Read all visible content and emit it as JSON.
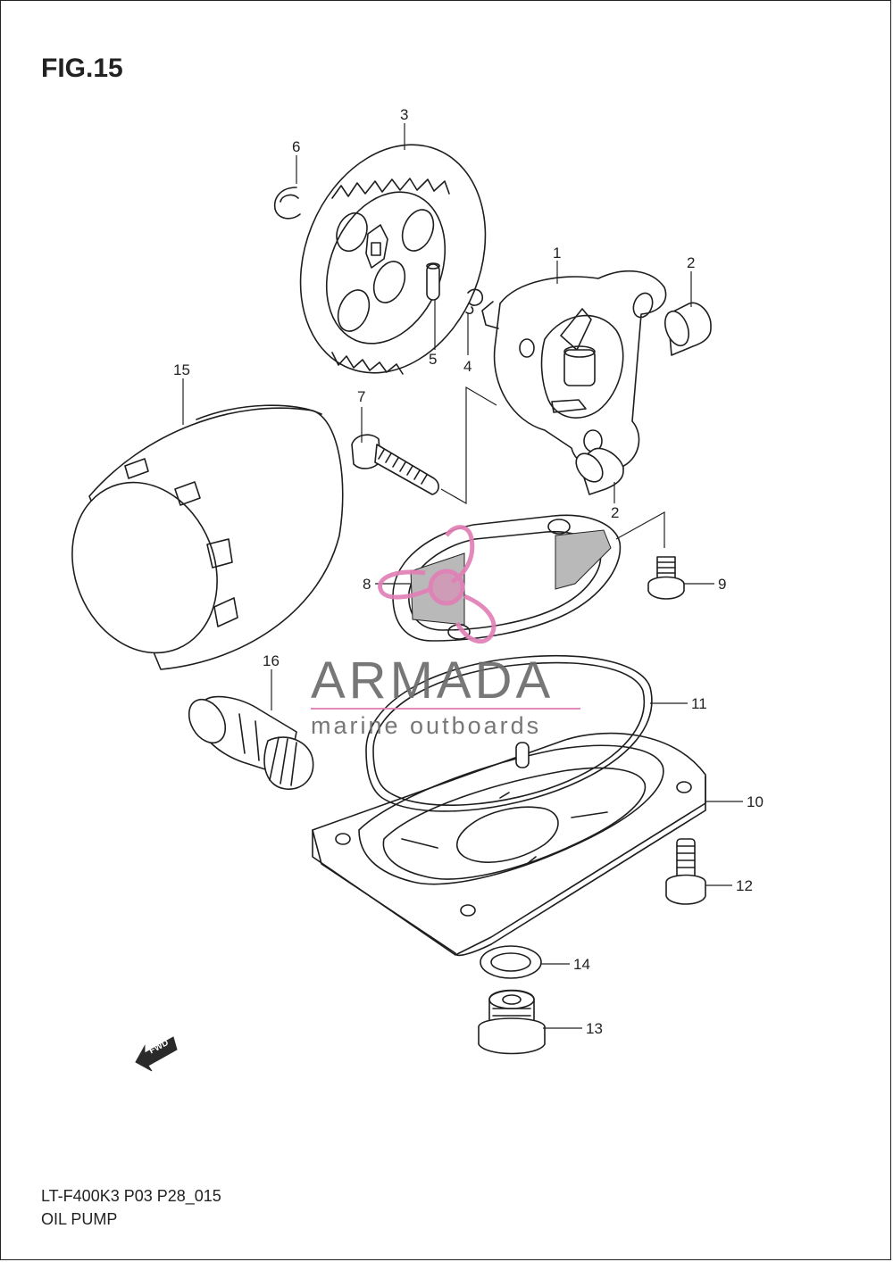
{
  "figure": {
    "title": "FIG.15",
    "code": "LT-F400K3 P03 P28_015",
    "name": "OIL PUMP"
  },
  "watermark": {
    "name": "ARMADA",
    "tagline": "marine outboards",
    "accent_color": "#e27fb6"
  },
  "direction_badge": "FWD",
  "callouts": {
    "p1": "1",
    "p2a": "2",
    "p2b": "2",
    "p3": "3",
    "p4": "4",
    "p5": "5",
    "p6": "6",
    "p7": "7",
    "p8": "8",
    "p9": "9",
    "p10": "10",
    "p11": "11",
    "p12": "12",
    "p13": "13",
    "p14": "14",
    "p15": "15",
    "p16": "16"
  }
}
